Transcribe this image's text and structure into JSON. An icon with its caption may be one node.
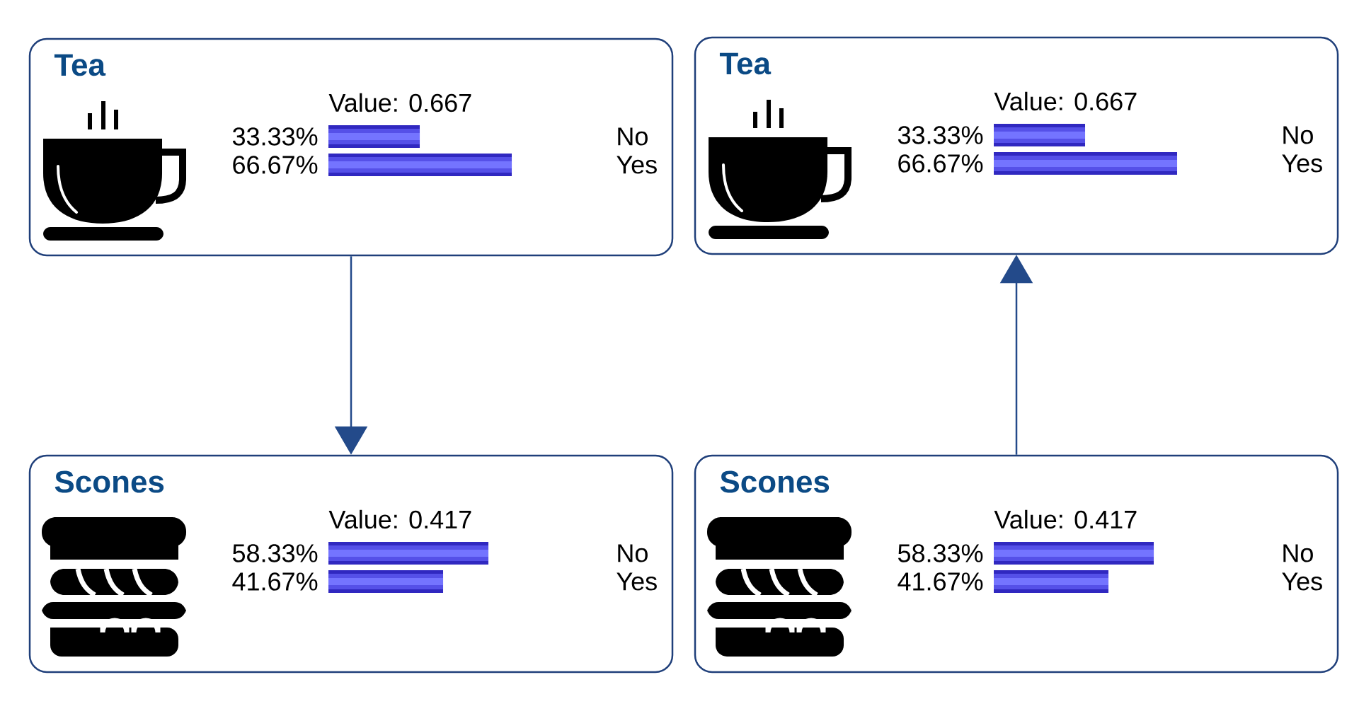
{
  "diagram": {
    "nodes": [
      {
        "text": [
          "Tea",
          "Value: 0.667",
          "33.33%",
          "No",
          "66.67%",
          "Yes"
        ]
      },
      {
        "text": [
          "Tea",
          "Value: 0.667",
          "33.33%",
          "No",
          "66.67%",
          "Yes"
        ]
      },
      {
        "text": [
          "Scones",
          "Value: 0.417",
          "58.33%",
          "No",
          "41.67%",
          "Yes"
        ]
      },
      {
        "text": [
          "Scones",
          "Value: 0.417",
          "58.33%",
          "No",
          "41.67%",
          "Yes"
        ]
      }
    ],
    "edges": [
      {
        "from": 0,
        "to": 2,
        "arrow": "to"
      },
      {
        "from": 3,
        "to": 1,
        "arrow": "to"
      }
    ]
  }
}
